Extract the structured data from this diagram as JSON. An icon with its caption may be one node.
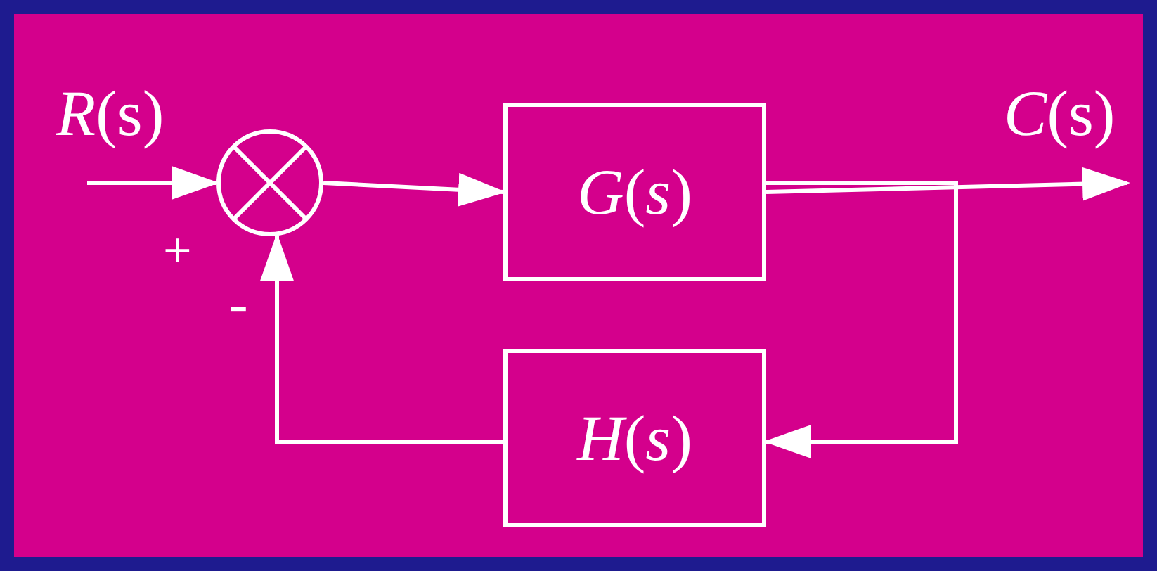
{
  "diagram": {
    "nodes": [
      {
        "text": [],
        "shape": "circle"
      },
      {
        "text": [
          "*G*(*s*)"
        ]
      },
      {
        "text": [
          "*H*(*s*)"
        ]
      }
    ],
    "edges": [
      {
        "from": null,
        "to": 0,
        "arrow": "to"
      },
      {
        "from": 0,
        "to": 1,
        "arrow": "to"
      },
      {
        "from": 1,
        "to": null,
        "arrow": "to"
      },
      {
        "from": 1,
        "to": 2,
        "arrow": "to"
      },
      {
        "from": 2,
        "to": 0,
        "arrow": "to"
      }
    ],
    "labels": [
      "*R*(s)",
      "*C*(s)",
      "+",
      "-"
    ]
  }
}
